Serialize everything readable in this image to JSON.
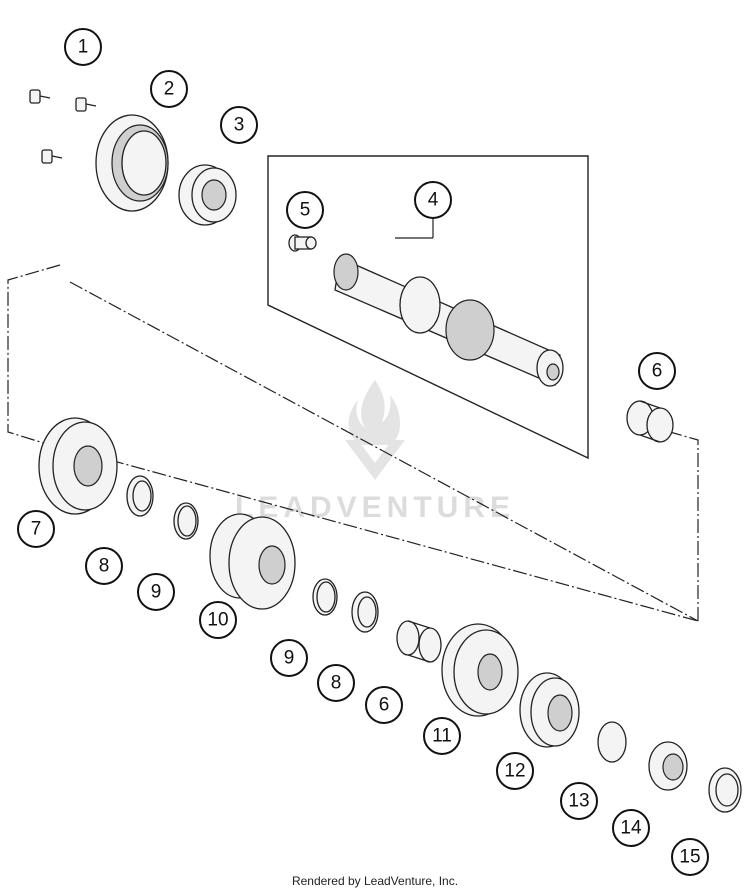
{
  "watermark": {
    "brand": "LEADVENTURE"
  },
  "footer": {
    "credit": "Rendered by LeadVenture, Inc."
  },
  "callouts": [
    "1",
    "2",
    "3",
    "4",
    "5",
    "6",
    "7",
    "8",
    "9",
    "10",
    "9",
    "8",
    "6",
    "11",
    "12",
    "13",
    "14",
    "15"
  ]
}
